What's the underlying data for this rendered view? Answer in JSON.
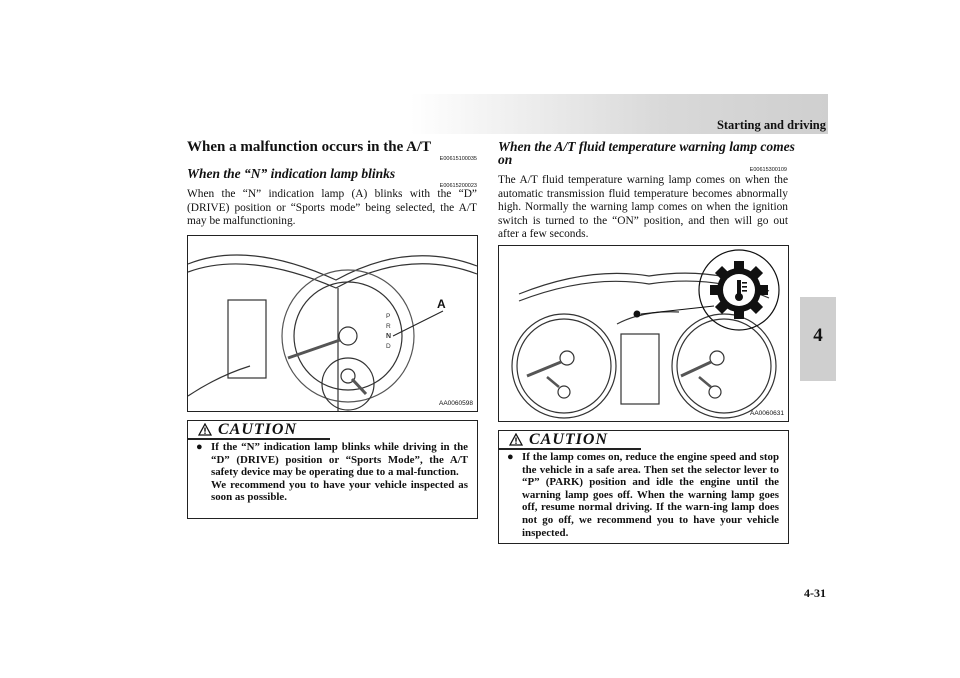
{
  "header": {
    "section_title": "Starting and driving"
  },
  "chapter_tab": "4",
  "page_number": "4-31",
  "left": {
    "heading": "When a malfunction occurs in the A/T",
    "heading_code": "E00615100035",
    "subheading": "When the “N” indication lamp blinks",
    "subheading_code": "E00615200023",
    "paragraph": "When the “N” indication lamp (A) blinks with the “D” (DRIVE) position or “Sports mode” being selected, the A/T may be malfunctioning.",
    "figure": {
      "callout": "A",
      "gear_letters": [
        "P",
        "R",
        "N",
        "D"
      ],
      "code": "AA0060598"
    },
    "caution": {
      "title": "CAUTION",
      "items": [
        "If the “N” indication lamp blinks while driving in the “D” (DRIVE) position or “Sports Mode”, the A/T safety device may be operating due to a mal-function.",
        "We recommend you to have your vehicle inspected as soon as possible."
      ]
    }
  },
  "right": {
    "subheading_line1": "When the A/T fluid temperature warning lamp comes",
    "subheading_line2": "on",
    "subheading_code": "E00615300109",
    "paragraph": "The A/T fluid temperature warning lamp comes on when the automatic transmission fluid temperature becomes abnormally high. Normally the warning lamp comes on when the ignition switch is turned to the “ON” position, and then will go out after a few seconds.",
    "figure": {
      "code": "AA0060631"
    },
    "caution": {
      "title": "CAUTION",
      "items": [
        "If the lamp comes on, reduce the engine speed and stop the vehicle in a safe area. Then set the selector lever to “P” (PARK) position and idle the engine until the warning lamp goes off. When the warning lamp goes off, resume normal driving. If the warn-ing lamp does not go off, we recommend you to have your vehicle inspected."
      ]
    }
  }
}
